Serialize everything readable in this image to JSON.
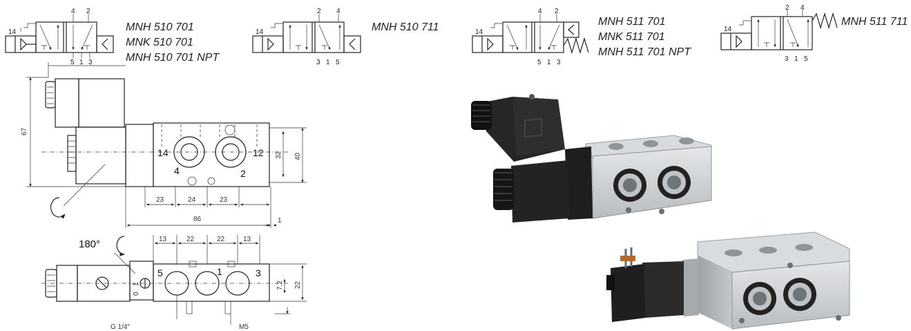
{
  "symbols": {
    "s1": {
      "ports_top": [
        "4",
        "2"
      ],
      "ports_bottom": [
        "5",
        "1",
        "3"
      ],
      "pilot": "14",
      "labels": [
        "MNH 510 701",
        "MNK 510 701",
        "MNH 510 701 NPT"
      ]
    },
    "s2": {
      "ports_top": [
        "2",
        "4"
      ],
      "ports_bottom": [
        "3",
        "1",
        "5"
      ],
      "pilot": "14",
      "labels": [
        "MNH 510 711"
      ]
    },
    "s3": {
      "ports_top": [
        "4",
        "2"
      ],
      "ports_bottom": [
        "5",
        "1",
        "3"
      ],
      "pilot": "14",
      "labels": [
        "MNH 511 701",
        "MNK 511 701",
        "MNH 511 701 NPT"
      ]
    },
    "s4": {
      "ports_top": [
        "2",
        "4"
      ],
      "ports_bottom": [
        "3",
        "1",
        "5"
      ],
      "pilot": "14",
      "labels": [
        "MNH 511 711"
      ]
    }
  },
  "drawing": {
    "dims": {
      "height": "67",
      "d40": "40",
      "d32": "32",
      "d23a": "23",
      "d24": "24",
      "d23b": "23",
      "d86": "86",
      "d1": "1",
      "d13a": "13",
      "d22a": "22",
      "d22b": "22",
      "d13b": "13",
      "d22v": "22",
      "d72": "7,2",
      "thread": "G 1/4\"",
      "m5": "M5"
    },
    "ports": {
      "p14": "14",
      "p12": "12",
      "p4": "4",
      "p2": "2",
      "p5": "5",
      "p1": "1",
      "p3": "3",
      "p1side": "1",
      "p0side": "0"
    },
    "rotation": "180°"
  },
  "colors": {
    "line": "#222222",
    "body_metal": "#cfd2d4",
    "coil_black": "#1e1e1e"
  }
}
